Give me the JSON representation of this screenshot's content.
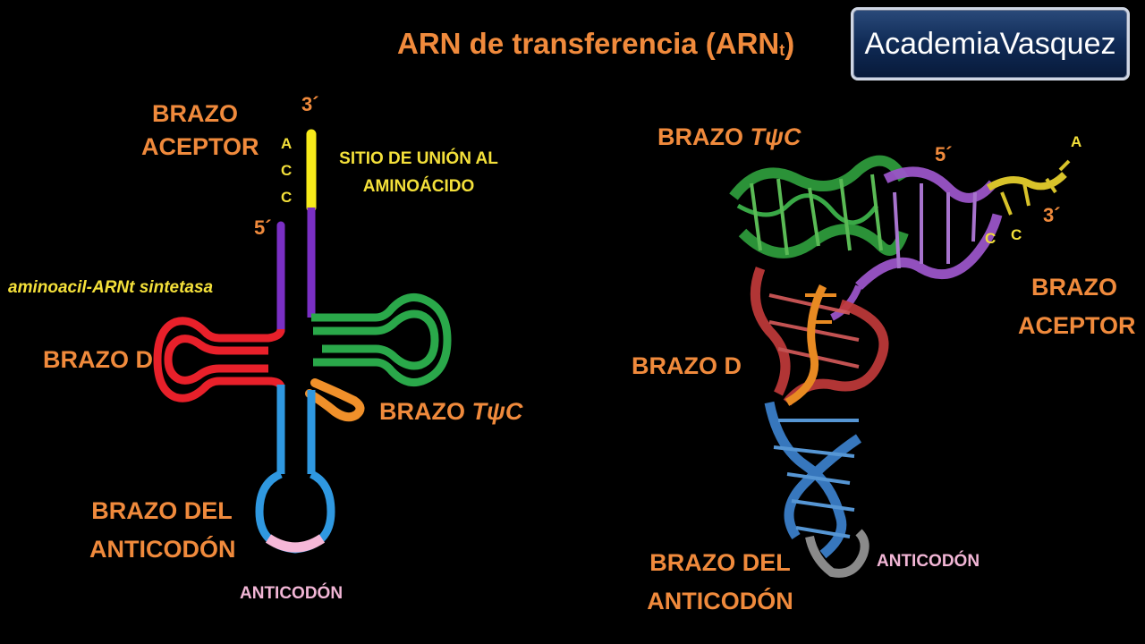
{
  "title": {
    "main": "ARN de transferencia (ARN",
    "sub": "t",
    "close": ")"
  },
  "brand": {
    "label": "AcademiaVasquez"
  },
  "left_diagram": {
    "acceptor_arm": [
      "BRAZO",
      "ACEPTOR"
    ],
    "three_prime": "3´",
    "five_prime": "5´",
    "acc_letters": [
      "A",
      "C",
      "C"
    ],
    "binding_site": [
      "SITIO DE UNIÓN AL",
      "AMINOÁCIDO"
    ],
    "synthetase": "aminoacil-ARNt sintetasa",
    "d_arm": "BRAZO D",
    "tpsic_arm_prefix": "BRAZO ",
    "tpsic_arm_symbol": "TψC",
    "anticodon_arm": [
      "BRAZO DEL",
      "ANTICODÓN"
    ],
    "anticodon": "ANTICODÓN"
  },
  "right_diagram": {
    "tpsic_arm_prefix": "BRAZO ",
    "tpsic_arm_symbol": "TψC",
    "five_prime": "5´",
    "three_prime": "3´",
    "a_letter": "A",
    "c_letter_1": "C",
    "c_letter_2": "C",
    "acceptor_arm": [
      "BRAZO",
      "ACEPTOR"
    ],
    "d_arm": "BRAZO D",
    "anticodon_arm": [
      "BRAZO DEL",
      "ANTICODÓN"
    ],
    "anticodon": "ANTICODÓN"
  },
  "colors": {
    "background": "#000000",
    "label_orange": "#f08a3c",
    "label_yellow": "#f4e03a",
    "label_pink": "#f2b6d6",
    "acceptor_yellow": "#f7ea1a",
    "acceptor_purple": "#7a2fc4",
    "d_arm_red": "#e8202a",
    "tpsic_green": "#2aa84a",
    "variable_orange": "#f0902a",
    "anticodon_blue": "#2f98e0",
    "anticodon_pink": "#f6b8d8"
  }
}
